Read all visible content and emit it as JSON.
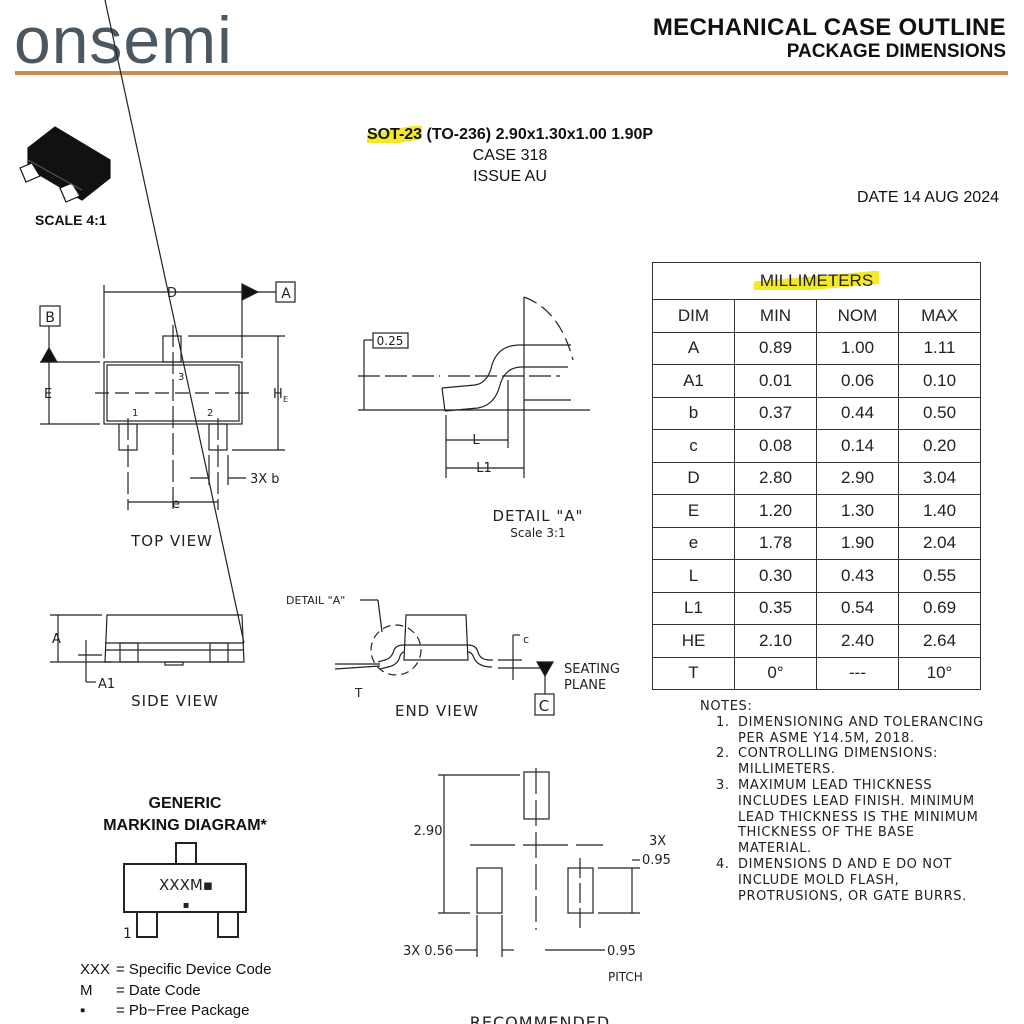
{
  "header": {
    "logo": "onsemi",
    "title": "MECHANICAL CASE OUTLINE",
    "subtitle": "PACKAGE DIMENSIONS"
  },
  "package": {
    "name_highlight": "SOT-23",
    "name_rest": " (TO-236) 2.90x1.30x1.00 1.90P",
    "case": "CASE 318",
    "issue": "ISSUE AU",
    "date": "DATE 14 AUG 2024",
    "scale": "SCALE 4:1"
  },
  "drawings": {
    "top_view": {
      "label": "TOP VIEW",
      "D": "D",
      "E": "E",
      "HE": "H",
      "HE_sub": "E",
      "e": "e",
      "b": "3X  b",
      "A": "A",
      "B": "B",
      "pin1": "1",
      "pin2": "2",
      "pin3": "3"
    },
    "detail_a": {
      "label": "DETAIL \"A\"",
      "scale": "Scale 3:1",
      "tol": "0.25",
      "L": "L",
      "L1": "L1"
    },
    "side_view": {
      "label": "SIDE VIEW",
      "A": "A",
      "A1": "A1"
    },
    "end_view": {
      "label": "END VIEW",
      "detail": "DETAIL \"A\"",
      "c": "c",
      "T": "T",
      "seating1": "SEATING",
      "seating2": "PLANE",
      "C": "C"
    },
    "footprint": {
      "h": "2.90",
      "pad_w": "3X 0.56",
      "pad_h_1": "3X",
      "pad_h_2": "0.95",
      "pitch": "0.95",
      "pitch_label": "PITCH",
      "title": "RECOMMENDED"
    }
  },
  "table": {
    "unit": "MILLIMETERS",
    "headers": [
      "DIM",
      "MIN",
      "NOM",
      "MAX"
    ],
    "rows": [
      [
        "A",
        "0.89",
        "1.00",
        "1.11"
      ],
      [
        "A1",
        "0.01",
        "0.06",
        "0.10"
      ],
      [
        "b",
        "0.37",
        "0.44",
        "0.50"
      ],
      [
        "c",
        "0.08",
        "0.14",
        "0.20"
      ],
      [
        "D",
        "2.80",
        "2.90",
        "3.04"
      ],
      [
        "E",
        "1.20",
        "1.30",
        "1.40"
      ],
      [
        "e",
        "1.78",
        "1.90",
        "2.04"
      ],
      [
        "L",
        "0.30",
        "0.43",
        "0.55"
      ],
      [
        "L1",
        "0.35",
        "0.54",
        "0.69"
      ],
      [
        "HE",
        "2.10",
        "2.40",
        "2.64"
      ],
      [
        "T",
        "0°",
        "---",
        "10°"
      ]
    ]
  },
  "notes": {
    "title": "NOTES:",
    "items": [
      {
        "n": "1.",
        "text": "DIMENSIONING AND TOLERANCING PER ASME Y14.5M, 2018."
      },
      {
        "n": "2.",
        "text": "CONTROLLING DIMENSIONS: MILLIMETERS."
      },
      {
        "n": "3.",
        "text": "MAXIMUM LEAD THICKNESS INCLUDES LEAD FINISH. MINIMUM LEAD THICKNESS IS THE MINIMUM THICKNESS OF THE BASE MATERIAL."
      },
      {
        "n": "4.",
        "text": "DIMENSIONS D AND E DO NOT INCLUDE MOLD FLASH, PROTRUSIONS, OR GATE BURRS."
      }
    ]
  },
  "marking": {
    "title1": "GENERIC",
    "title2": "MARKING DIAGRAM*",
    "code": "XXXM▪",
    "dot": "▪",
    "pin1": "1",
    "legend": [
      {
        "k": "XXX",
        "v": "= Specific Device Code"
      },
      {
        "k": "M",
        "v": "= Date Code"
      },
      {
        "k": "▪",
        "v": "= Pb−Free Package"
      }
    ]
  },
  "colors": {
    "accent_rule": "#c98a55",
    "logo": "#4b5761",
    "highlight": "#f4e82a"
  }
}
